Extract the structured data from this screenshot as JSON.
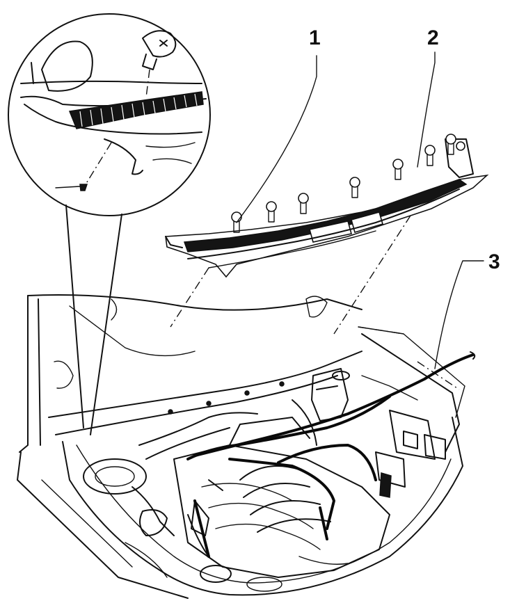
{
  "callouts": [
    {
      "label": "1",
      "part": "clip"
    },
    {
      "label": "2",
      "part": "plenum-panel"
    },
    {
      "label": "3",
      "part": "seal"
    }
  ],
  "colors": {
    "ink": "#111111",
    "paper": "#ffffff"
  }
}
